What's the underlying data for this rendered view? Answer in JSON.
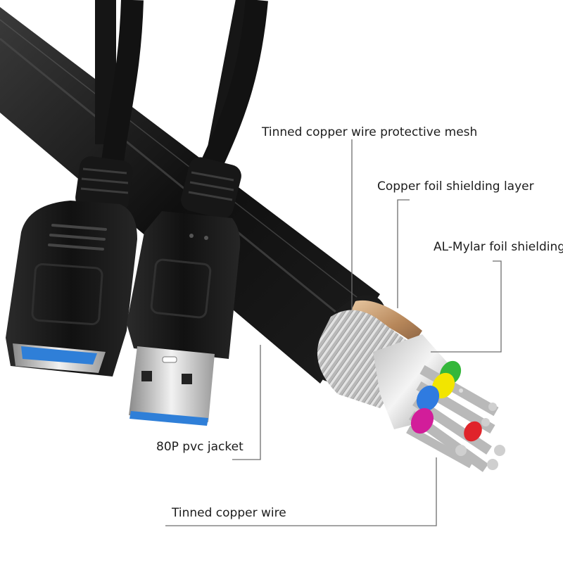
{
  "labels": {
    "mesh": "Tinned copper wire protective mesh",
    "copper_foil": "Copper foil shielding layer",
    "mylar": "AL-Mylar foil shielding",
    "jacket": "80P pvc jacket",
    "wire": "Tinned copper wire"
  },
  "colors": {
    "background": "#ffffff",
    "cable": "#121212",
    "usb_blue": "#2f7fd8",
    "copper": "#c9a27a",
    "leader_line": "#6e6e6e",
    "conductor_green": "#34b73a",
    "conductor_yellow": "#f2e500",
    "conductor_blue": "#2f7be0",
    "conductor_magenta": "#d21d9a",
    "conductor_red": "#e0242a"
  }
}
